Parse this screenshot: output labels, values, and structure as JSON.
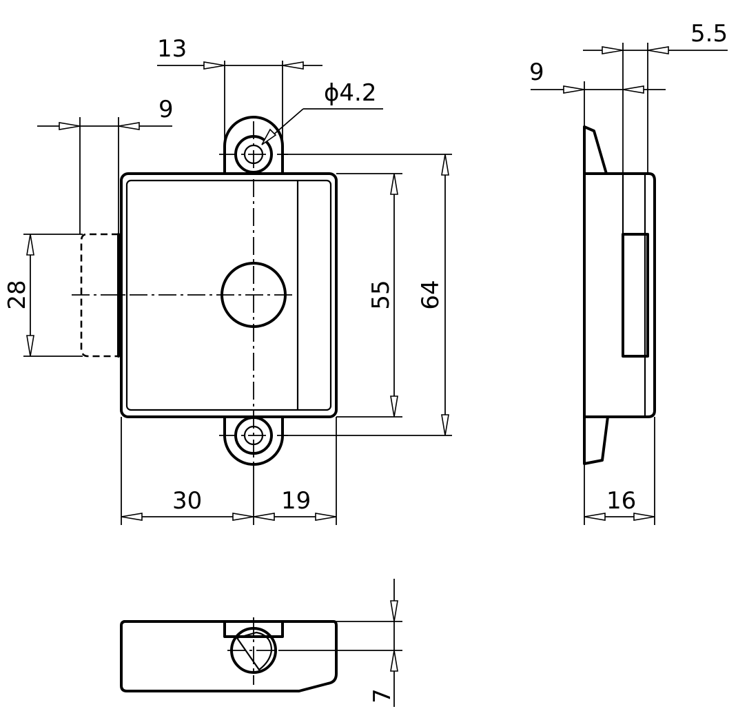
{
  "dimensions": {
    "d13": "13",
    "d9_top_left": "9",
    "d_hole": "ϕ4.2",
    "d28": "28",
    "d55": "55",
    "d64": "64",
    "d30": "30",
    "d19": "19",
    "d5_5": "5.5",
    "d9_side": "9",
    "d16": "16",
    "d7": "7"
  }
}
